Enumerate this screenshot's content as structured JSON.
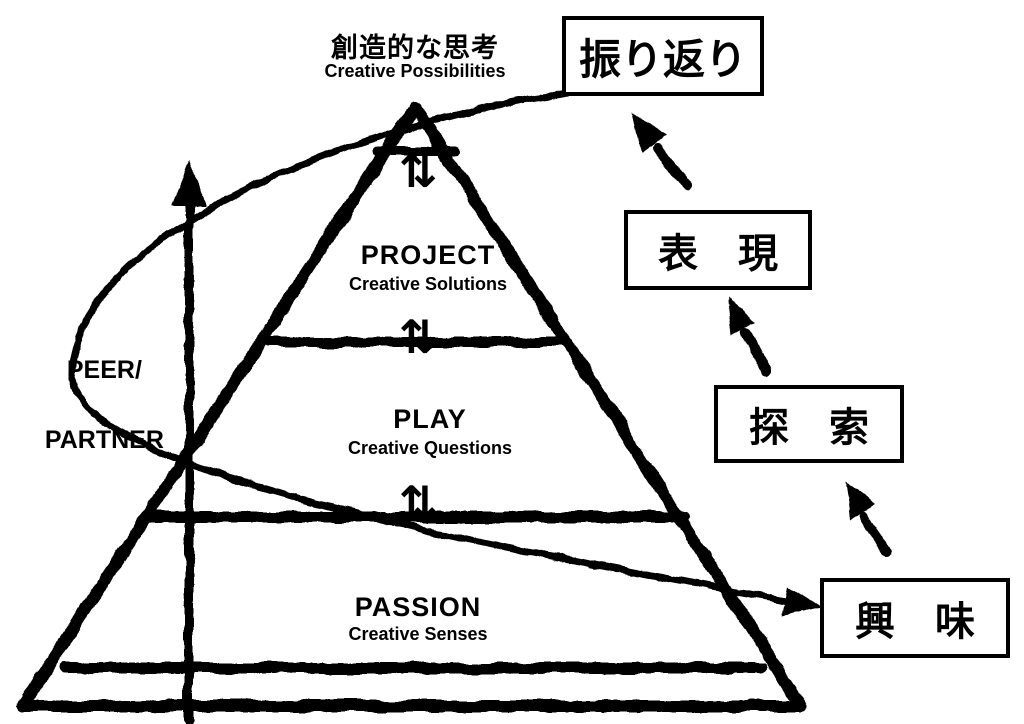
{
  "diagram": {
    "top_title": {
      "jp": "創造的な思考",
      "en": "Creative Possibilities"
    },
    "layers": [
      {
        "title": "PROJECT",
        "subtitle": "Creative Solutions"
      },
      {
        "title": "PLAY",
        "subtitle": "Creative Questions"
      },
      {
        "title": "PASSION",
        "subtitle": "Creative Senses"
      }
    ],
    "side_label": {
      "line1": "PEER/",
      "line2": "PARTNER"
    },
    "boxes": [
      {
        "label": "振り返り"
      },
      {
        "label": "表　現"
      },
      {
        "label": "探　索"
      },
      {
        "label": "興　味"
      }
    ],
    "updown_glyph": "⇅",
    "colors": {
      "ink": "#000000",
      "paper": "#ffffff"
    }
  }
}
